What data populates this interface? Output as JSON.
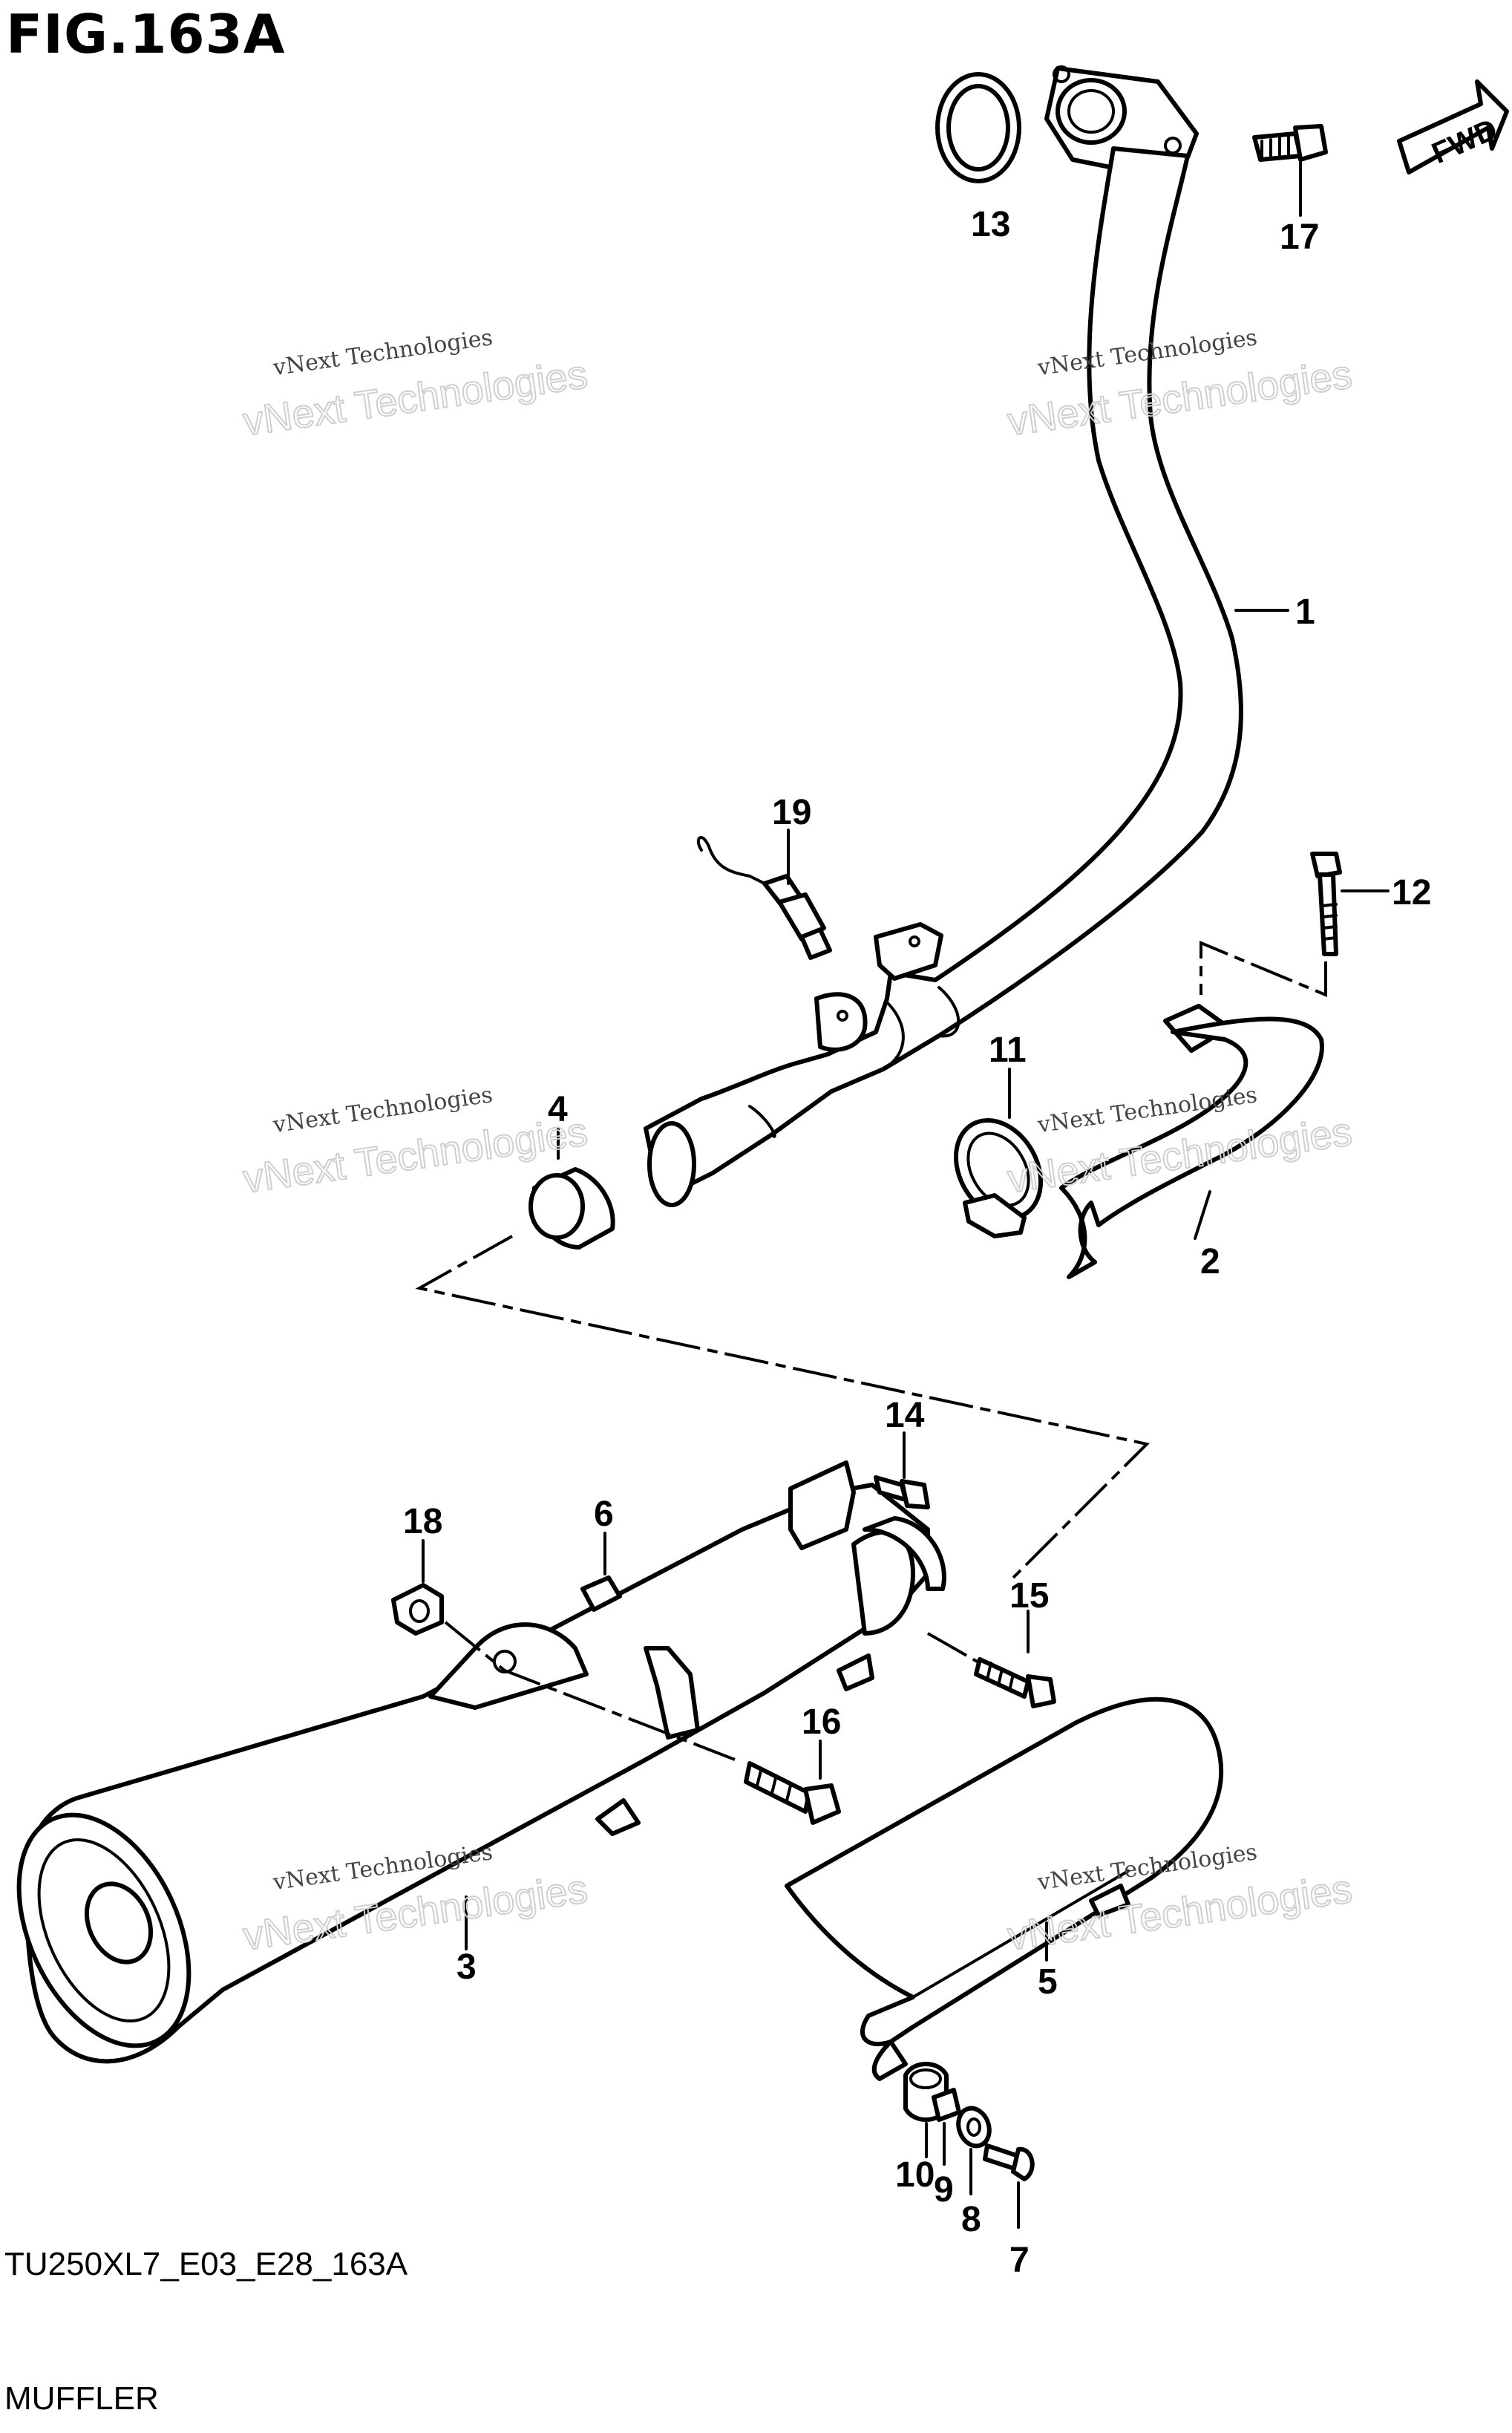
{
  "figure": {
    "title": "FIG.163A",
    "code": "TU250XL7_E03_E28_163A",
    "name": "MUFFLER",
    "direction_label": "FWD"
  },
  "watermark": {
    "line1": "vNext Technologies",
    "line2": "vNext Technologies"
  },
  "callouts": [
    "1",
    "2",
    "3",
    "4",
    "5",
    "6",
    "7",
    "8",
    "9",
    "10",
    "11",
    "12",
    "13",
    "14",
    "15",
    "16",
    "17",
    "18",
    "19"
  ],
  "icons": {
    "direction_arrow": "fwd-arrow-icon"
  }
}
